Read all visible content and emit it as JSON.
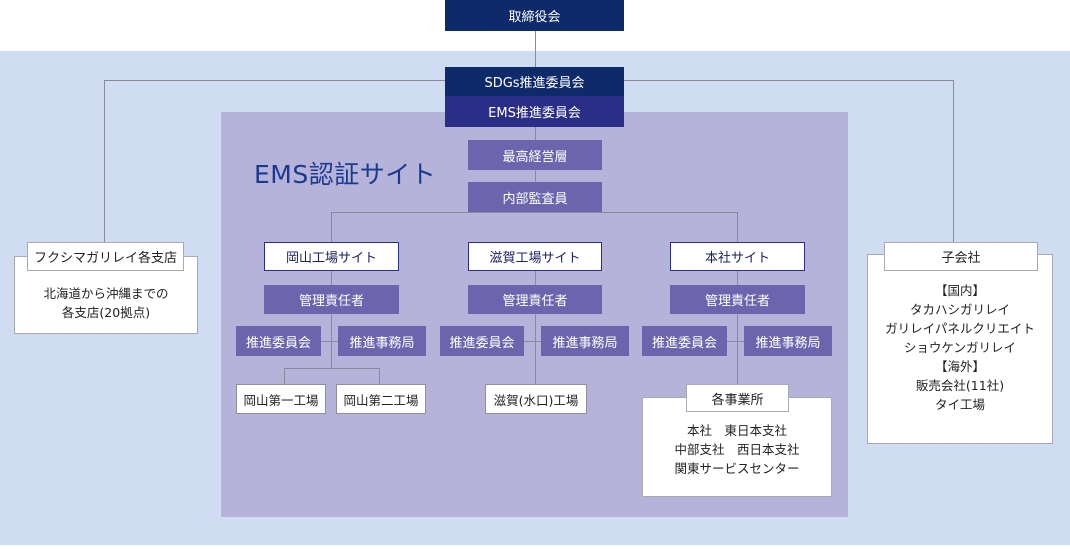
{
  "board": "取締役会",
  "sdgs_committee": "SDGs推進委員会",
  "ems_committee": "EMS推進委員会",
  "ems_site_title": "EMS認証サイト",
  "top_management": "最高経営層",
  "internal_auditor": "内部監査員",
  "sites": [
    {
      "name": "岡山工場サイト",
      "manager": "管理責任者",
      "committee": "推進委員会",
      "office": "推進事務局",
      "units": [
        "岡山第一工場",
        "岡山第二工場"
      ]
    },
    {
      "name": "滋賀工場サイト",
      "manager": "管理責任者",
      "committee": "推進委員会",
      "office": "推進事務局",
      "units": [
        "滋賀(水口)工場"
      ]
    },
    {
      "name": "本社サイト",
      "manager": "管理責任者",
      "committee": "推進委員会",
      "office": "推進事務局",
      "offices_label": "各事業所",
      "offices_lines": [
        "本社　東日本支社",
        "中部支社　西日本支社",
        "関東サービスセンター"
      ]
    }
  ],
  "branches": {
    "label": "フクシマガリレイ各支店",
    "lines": [
      "北海道から沖縄までの",
      "各支店(20拠点)"
    ]
  },
  "subsidiaries": {
    "label": "子会社",
    "lines": [
      "【国内】",
      "タカハシガリレイ",
      "ガリレイパネルクリエイト",
      "ショウケンガリレイ",
      "【海外】",
      "販売会社(11社)",
      "タイ工場"
    ]
  }
}
